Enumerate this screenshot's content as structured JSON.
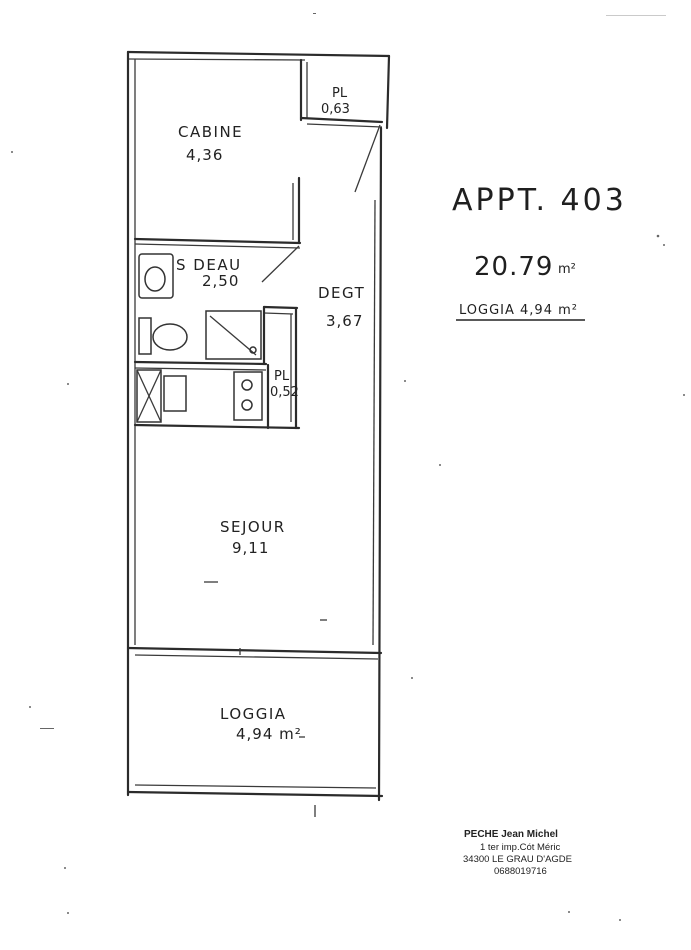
{
  "header": {
    "title": "APPT. 403",
    "total_area": "20.79",
    "total_unit": "m²",
    "loggia_note": "LOGGIA 4,94 m²"
  },
  "rooms": {
    "cabine": {
      "label": "CABINE",
      "area": "4,36"
    },
    "placard_1": {
      "label": "PL",
      "area": "0,63"
    },
    "salle_eau": {
      "label": "S DEAU",
      "area": "2,50"
    },
    "degagement": {
      "label": "DEGT",
      "area": "3,67"
    },
    "placard_2": {
      "label": "PL",
      "area": "0,52"
    },
    "sejour": {
      "label": "SEJOUR",
      "area": "9,11"
    },
    "loggia": {
      "label": "LOGGIA",
      "area": "4,94 m²"
    }
  },
  "contact": {
    "name": "PECHE Jean Michel",
    "address_1": "1 ter imp.Cót Méric",
    "address_2": "34300 LE GRAU D'AGDE",
    "phone": "0688019716"
  }
}
